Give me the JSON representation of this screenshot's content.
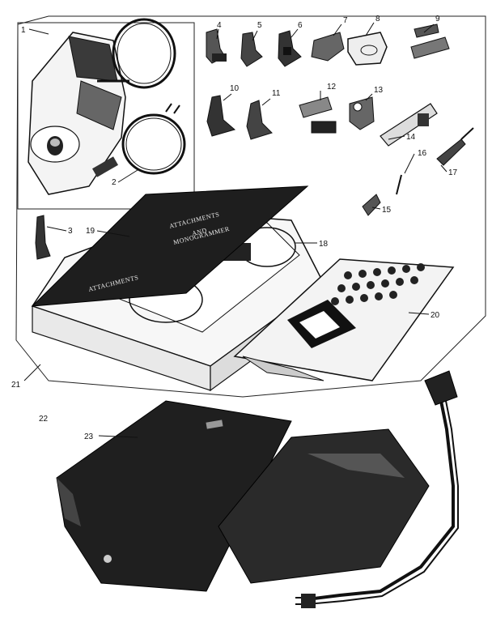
{
  "diagram": {
    "box_lid_text": [
      "ATTACHMENTS",
      "AND",
      "MONOGRAMMER"
    ],
    "box_side_text": "ATTACHMENTS",
    "parts": [
      {
        "id": "1",
        "name": "monogrammer"
      },
      {
        "id": "2",
        "name": "embroidery-hoop"
      },
      {
        "id": "3",
        "name": "small-foot"
      },
      {
        "id": "4",
        "name": "presser-foot"
      },
      {
        "id": "5",
        "name": "presser-foot"
      },
      {
        "id": "6",
        "name": "presser-foot"
      },
      {
        "id": "7",
        "name": "attachment"
      },
      {
        "id": "8",
        "name": "attachment"
      },
      {
        "id": "9",
        "name": "attachment"
      },
      {
        "id": "10",
        "name": "presser-foot"
      },
      {
        "id": "11",
        "name": "presser-foot"
      },
      {
        "id": "12",
        "name": "attachment"
      },
      {
        "id": "13",
        "name": "attachment"
      },
      {
        "id": "14",
        "name": "seam-guide"
      },
      {
        "id": "15",
        "name": "small-part"
      },
      {
        "id": "16",
        "name": "needle"
      },
      {
        "id": "17",
        "name": "screwdriver"
      },
      {
        "id": "18",
        "name": "box-insert"
      },
      {
        "id": "19",
        "name": "box-lid"
      },
      {
        "id": "20",
        "name": "cam-card"
      },
      {
        "id": "21",
        "name": "attachment-box"
      },
      {
        "id": "22",
        "name": "foot-control-assembly"
      },
      {
        "id": "23",
        "name": "foot-control"
      }
    ]
  }
}
